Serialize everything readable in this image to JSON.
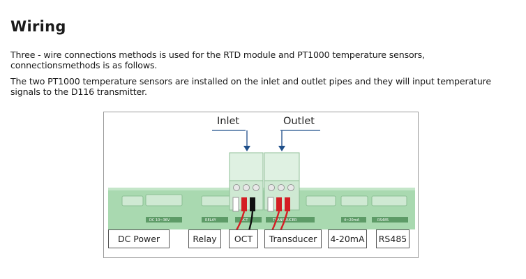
{
  "heading": "Wiring",
  "paragraphs": [
    "Three - wire connections methods is used for the RTD module and PT1000 temperature sensors, connectionsmethods is as follows.",
    "The two PT1000 temperature sensors are installed on the inlet and outlet pipes and they will input temperature signals to the D116 transmitter."
  ],
  "figure": {
    "inlet_label": "Inlet",
    "outlet_label": "Outlet",
    "terminals": [
      "DC Power",
      "Relay",
      "OCT",
      "Transducer",
      "4-20mA",
      "RS485"
    ],
    "board_silkscreen": [
      "DC 10~36V",
      "RELAY",
      "OCT",
      "TRANSDUCER",
      "4~20mA",
      "RS485"
    ],
    "colors": {
      "board": "#a9d9b0",
      "connector": "#cfe9d3",
      "wire_red": "#d41e24",
      "wire_black": "#111111"
    }
  }
}
